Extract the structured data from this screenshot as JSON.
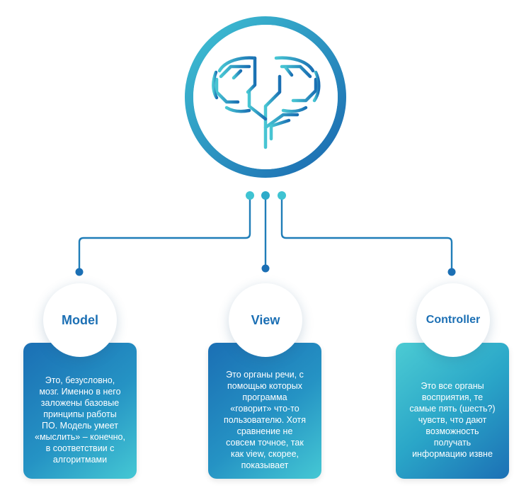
{
  "nodes": [
    {
      "label": "Model",
      "text": "Это, безусловно,\nмозг. Именно в него\nзаложены базовые\nпринципы работы\nПО. Модель умеет\n«мыслить» – конечно,\nв соответствии с\nалгоритмами"
    },
    {
      "label": "View",
      "text": "Это органы речи, с\nпомощью которых\nпрограмма\n«говорит» что-то\nпользователю. Хотя\nсравнение не\nсовсем точное, так\nкак view, скорее,\nпоказывает"
    },
    {
      "label": "Controller",
      "text": "Это все органы\nвосприятия, те\nсамые пять (шесть?)\nчувств, что дают\nвозможность\nполучать\nинформацию извне"
    }
  ],
  "icon": "brain-circuit-icon",
  "colors": {
    "dark_blue": "#1b6fb4",
    "teal": "#45c8d4"
  }
}
